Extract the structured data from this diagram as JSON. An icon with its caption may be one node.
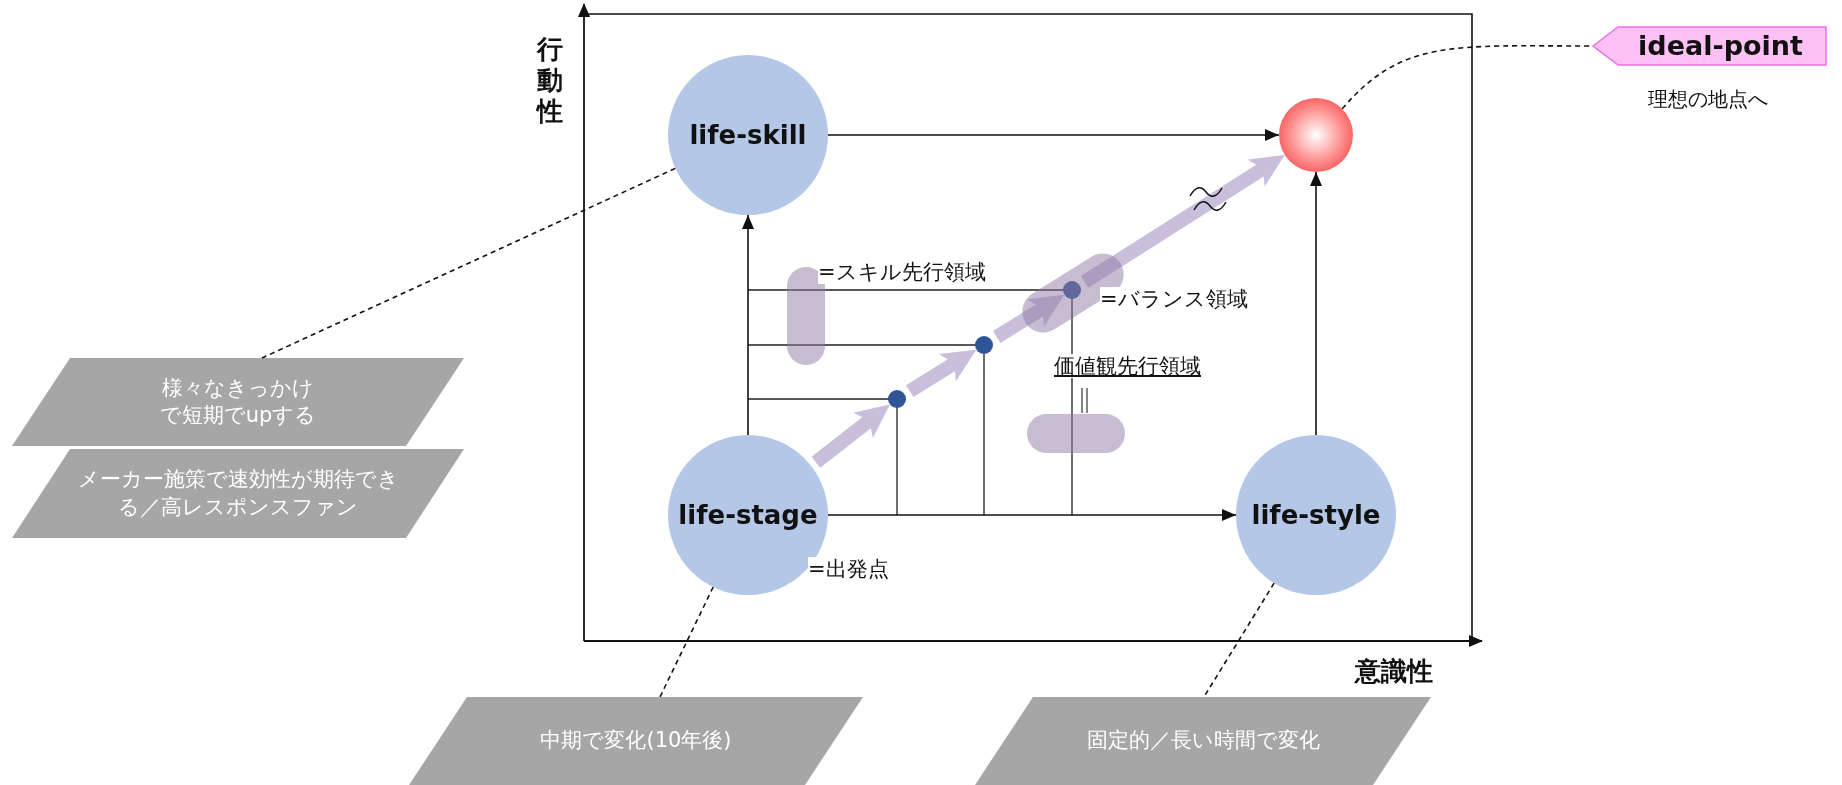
{
  "diagram": {
    "nodes": [
      {
        "text": [
          "life-skill"
        ]
      },
      {
        "text": [],
        "shape": "circle"
      },
      {
        "text": [
          "life-stage"
        ]
      },
      {
        "text": [
          "life-style"
        ]
      },
      {
        "text": [
          "ideal-point"
        ],
        "beside": [
          "理想の地点へ"
        ]
      },
      {
        "text": [
          "様々なきっかけで短期でupする"
        ]
      },
      {
        "text": [
          "メーカー施策で速効性が期待できる／高レスポンスファン"
        ]
      },
      {
        "text": [
          "中期で変化(10年後)"
        ]
      },
      {
        "text": [
          "固定的／長い時間で変化"
        ]
      },
      {
        "text": [],
        "shape": "circle"
      },
      {
        "text": [],
        "shape": "circle"
      },
      {
        "text": [],
        "shape": "circle"
      }
    ],
    "edges": [
      {
        "from": 0,
        "to": 1,
        "arrow": "to"
      },
      {
        "from": 2,
        "to": 0,
        "arrow": "to"
      },
      {
        "from": 2,
        "to": 3,
        "arrow": "to"
      },
      {
        "from": 3,
        "to": 1,
        "arrow": "to"
      },
      {
        "from": 2,
        "to": 9,
        "arrow": "to",
        "style": "thick",
        "color": "#c9bfdd"
      },
      {
        "from": 9,
        "to": 10,
        "arrow": "to",
        "style": "thick",
        "color": "#c9bfdd"
      },
      {
        "from": 10,
        "to": 11,
        "arrow": "to",
        "style": "thick",
        "color": "#c9bfdd"
      },
      {
        "from": 11,
        "to": 1,
        "arrow": "to",
        "style": "thick",
        "color": "#c9bfdd"
      },
      {
        "from": 0,
        "to": 5,
        "arrow": "none",
        "style": "dashed"
      },
      {
        "from": 2,
        "to": 7,
        "arrow": "none",
        "style": "dashed"
      },
      {
        "from": 3,
        "to": 8,
        "arrow": "none",
        "style": "dashed"
      },
      {
        "from": 1,
        "to": 4,
        "arrow": "none",
        "style": "dashed"
      }
    ],
    "labels": [
      "行動性",
      "=スキル先行領域",
      "=バランス領域",
      "価値観先行領域",
      "=出発点",
      "意識性"
    ]
  }
}
